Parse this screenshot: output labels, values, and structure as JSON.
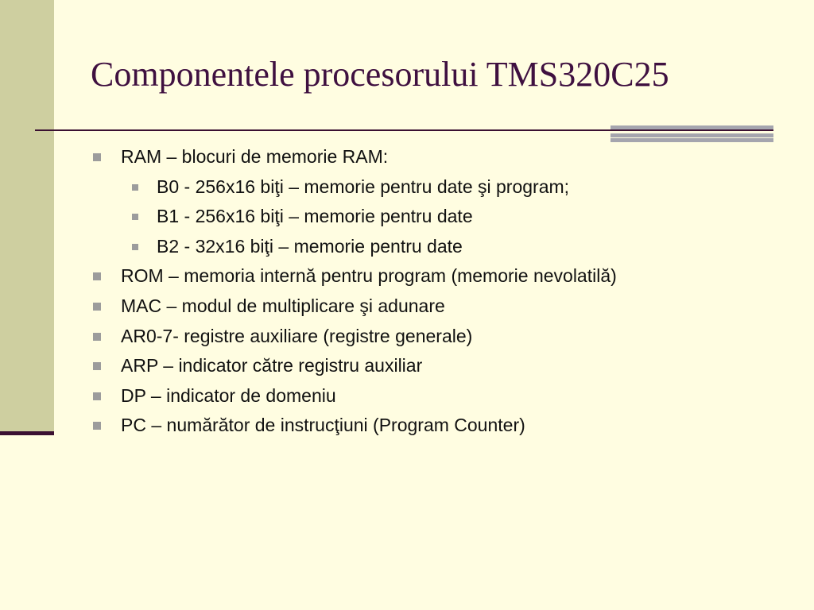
{
  "slide": {
    "title": "Componentele procesorului TMS320C25",
    "bullets": [
      {
        "level": 1,
        "text": "RAM – blocuri de memorie RAM:"
      },
      {
        "level": 2,
        "text": "B0 - 256x16 biţi – memorie pentru date şi program;"
      },
      {
        "level": 2,
        "text": "B1 - 256x16 biţi – memorie pentru date"
      },
      {
        "level": 2,
        "text": "B2 - 32x16 biţi – memorie pentru date"
      },
      {
        "level": 1,
        "text": "ROM – memoria internă pentru program (memorie nevolatilă)"
      },
      {
        "level": 1,
        "text": "MAC – modul de multiplicare şi adunare"
      },
      {
        "level": 1,
        "text": "AR0-7- registre auxiliare (registre generale)"
      },
      {
        "level": 1,
        "text": "ARP – indicator către registru auxiliar"
      },
      {
        "level": 1,
        "text": "DP – indicator de domeniu"
      },
      {
        "level": 1,
        "text": "PC – numărător de instrucţiuni (Program Counter)"
      }
    ]
  },
  "colors": {
    "background": "#FFFDE1",
    "left_band": "#CECFA0",
    "title": "#3F1040",
    "rule": "#3A1031",
    "stripes": "#A5A5AE",
    "bullet_marker": "#9C9C9C"
  }
}
